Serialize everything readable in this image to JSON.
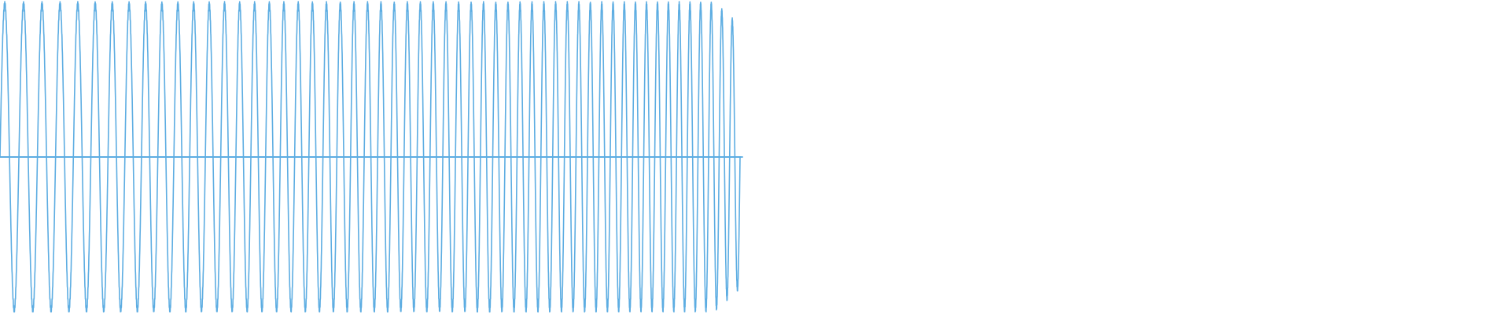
{
  "waveform": {
    "color": "#5DADE2",
    "background": "#ffffff",
    "peak_count": 55,
    "peak_amplitude": 1.0,
    "cycles_per_peak": 1.0,
    "frequency_profile": "chirp-increasing",
    "envelope": "constant-with-tapering-tail",
    "extent_fraction_of_width": 0.49
  }
}
